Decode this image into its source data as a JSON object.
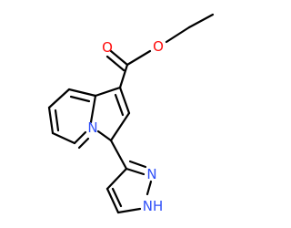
{
  "molecule": {
    "atoms": {
      "carbonyl_oxygen": {
        "symbol": "O",
        "color": "#ff0d0d"
      },
      "ester_oxygen": {
        "symbol": "O",
        "color": "#ff0d0d"
      },
      "bridgehead_nitrogen": {
        "symbol": "N",
        "color": "#3050f8"
      },
      "pyrazole_nitrogen": {
        "symbol": "N",
        "color": "#3050f8"
      },
      "pyrazole_nh": {
        "symbol": "NH",
        "color": "#3050f8"
      }
    },
    "bond_color": "#000000"
  }
}
